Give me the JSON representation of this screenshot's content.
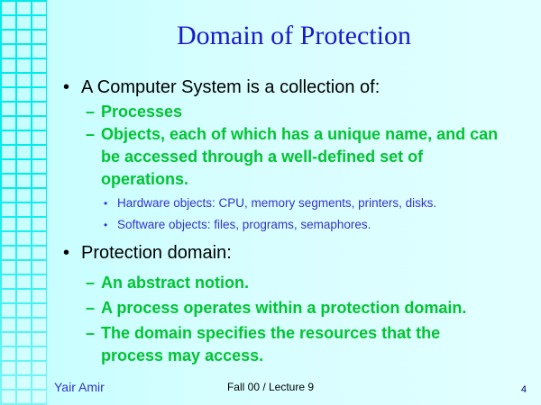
{
  "slide": {
    "title": "Domain of Protection",
    "bullets": [
      {
        "level": 1,
        "marker": "•",
        "text": "A Computer System is a collection of:"
      },
      {
        "level": 2,
        "marker": "–",
        "text": "Processes"
      },
      {
        "level": 2,
        "marker": "–",
        "text": "Objects, each of which has a unique name, and can be accessed through a well-defined set of operations."
      },
      {
        "level": 3,
        "marker": "•",
        "text": "Hardware objects: CPU, memory segments, printers, disks."
      },
      {
        "level": 3,
        "marker": "•",
        "text": "Software objects: files, programs, semaphores."
      },
      {
        "level": 1,
        "marker": "•",
        "text": "Protection domain:"
      },
      {
        "level": 2,
        "marker": "–",
        "text": "An abstract notion."
      },
      {
        "level": 2,
        "marker": "–",
        "text": "A process operates within a protection domain."
      },
      {
        "level": 2,
        "marker": "–",
        "text": "The domain specifies the resources that the process may access."
      }
    ],
    "footer": {
      "author": "Yair Amir",
      "center": "Fall 00 / Lecture 9",
      "page_number": "4"
    },
    "colors": {
      "grid_line": "#00ecec",
      "title": "#1a1acc",
      "level1_text": "#000000",
      "level2_text": "#00c433",
      "level3_text": "#3333cc",
      "footer_author": "#3333cc",
      "footer_center": "#000000",
      "page_number": "#000066"
    }
  }
}
